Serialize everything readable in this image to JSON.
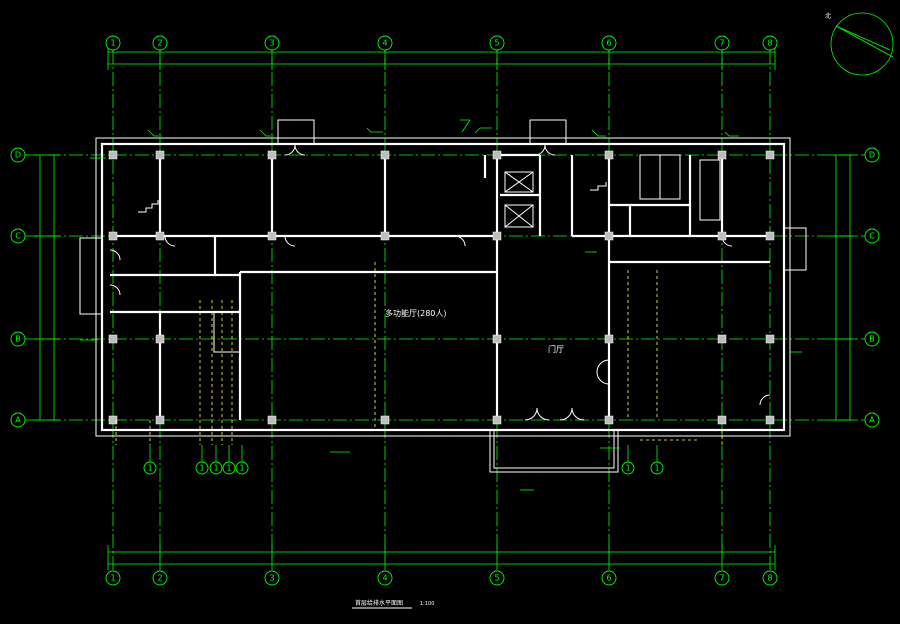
{
  "grid_x": [
    "1",
    "2",
    "3",
    "4",
    "5",
    "6",
    "7",
    "8"
  ],
  "grid_y": [
    "D",
    "C",
    "B",
    "A"
  ],
  "sub_axes": [
    "1",
    "1",
    "1",
    "1",
    "1",
    "1",
    "1"
  ],
  "rooms": {
    "main_hall": "多功能厅(280人)",
    "hall": "门厅"
  },
  "drawing_title": "首层给排水平面图",
  "scale": "1:100",
  "north": "北",
  "colors": {
    "grid": "#00ff00",
    "wall": "#ffffff",
    "pipe": "#ffff66",
    "background": "#000000"
  }
}
